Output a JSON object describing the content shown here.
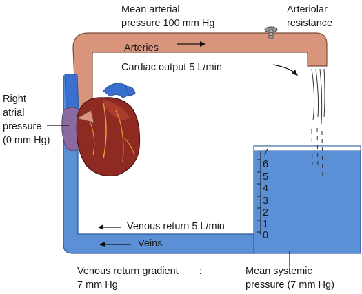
{
  "labels": {
    "mean_arterial_line1": "Mean arterial",
    "mean_arterial_line2": "pressure 100 mm Hg",
    "arteriolar_line1": "Arteriolar",
    "arteriolar_line2": "resistance",
    "arteries": "Arteries",
    "cardiac_output": "Cardiac output 5 L/min",
    "right_atrial_line1": "Right",
    "right_atrial_line2": "atrial",
    "right_atrial_line3": "pressure",
    "right_atrial_line4": "(0 mm Hg)",
    "venous_return": "Venous return 5 L/min",
    "veins": "Veins",
    "vr_gradient_line1": "Venous return gradient",
    "vr_gradient_colon": ":",
    "vr_gradient_line2": "7 mm Hg",
    "msp_line1": "Mean systemic",
    "msp_line2": "pressure (7 mm Hg)"
  },
  "scale": {
    "ticks": [
      "7",
      "6",
      "5",
      "4",
      "3",
      "2",
      "1",
      "0"
    ]
  },
  "colors": {
    "artery": "#d9957c",
    "artery_outline": "#7a4a3a",
    "vein": "#5b8fd6",
    "vein_outline": "#2e5a99",
    "heart": "#8e2a22",
    "heart_highlight": "#b5452e",
    "atrium": "#8a6aa0"
  }
}
